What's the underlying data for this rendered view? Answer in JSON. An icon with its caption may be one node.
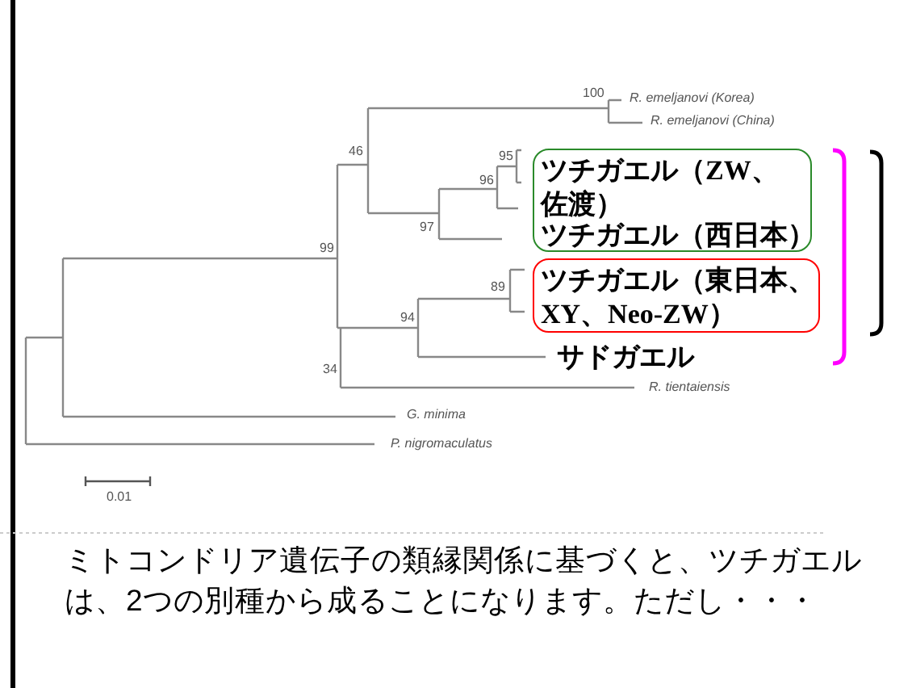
{
  "diagram": {
    "nodes": [
      {
        "text": [
          "ツチガエル（ZW、佐渡）",
          "ツチガエル（西日本）"
        ]
      },
      {
        "text": [
          "ツチガエル（東日本、XY、Neo-ZW）"
        ]
      }
    ],
    "labels": [
      "100",
      "R. emeljanovi (Korea)",
      "R. emeljanovi (China)",
      "46",
      "95",
      "96",
      "97",
      "99",
      "89",
      "94",
      "サドガエル",
      "34",
      "R. tientaiensis",
      "G. minima",
      "P. nigromaculatus",
      "0.01"
    ],
    "caption": "ミトコンドリア遺伝子の類縁関係に基づくと、ツチガエルは、2つの別種から成ることになります。ただし・・・"
  }
}
